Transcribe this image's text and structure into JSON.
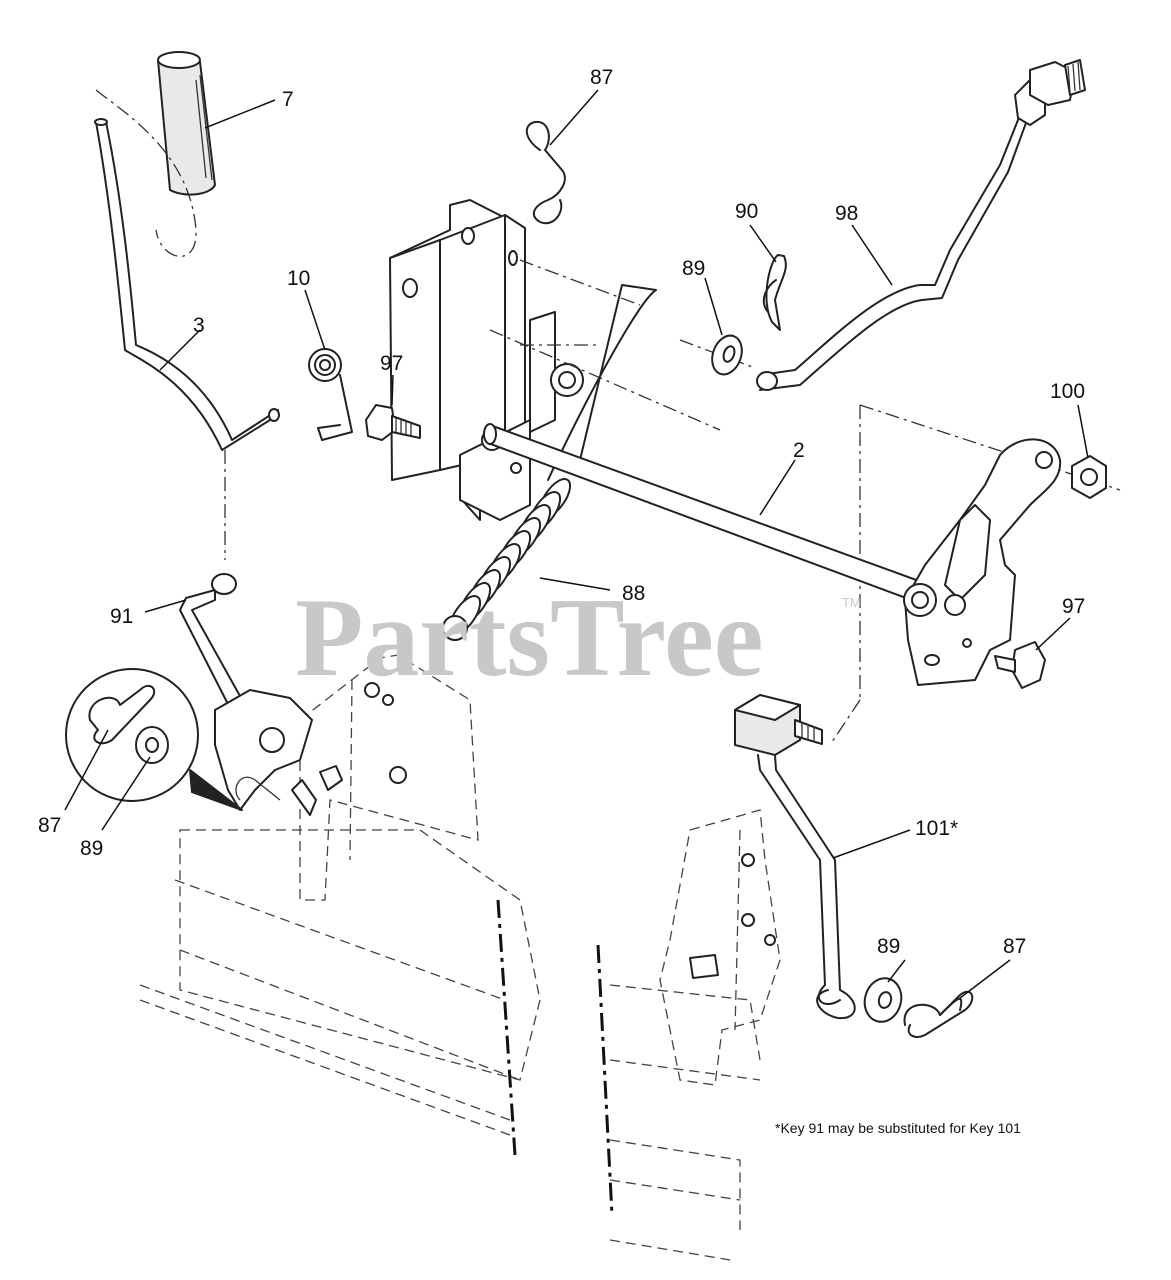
{
  "watermark": {
    "text": "PartsTree",
    "trademark": "TM"
  },
  "callouts": {
    "c3": "3",
    "c7": "7",
    "c10": "10",
    "c87_top": "87",
    "c97_left": "97",
    "c90": "90",
    "c89_top": "89",
    "c98": "98",
    "c100": "100",
    "c2": "2",
    "c88": "88",
    "c97_right": "97",
    "c91": "91",
    "c87_detail": "87",
    "c89_detail": "89",
    "c101": "101*",
    "c89_bottom": "89",
    "c87_bottom": "87"
  },
  "footnote": "*Key 91 may be substituted for Key 101",
  "colors": {
    "line": "#222222",
    "watermark": "#c8c8c8",
    "background": "#ffffff"
  }
}
